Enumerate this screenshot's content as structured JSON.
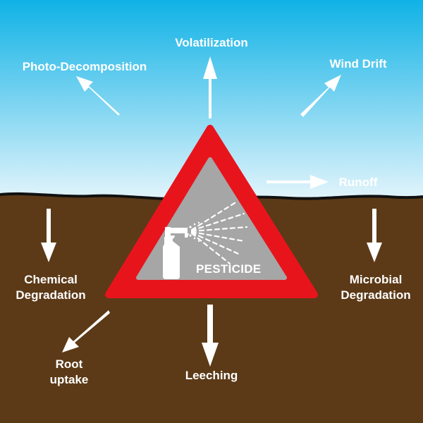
{
  "diagram": {
    "center_label": "PESTICIDE",
    "labels": {
      "volatilization": "Volatilization",
      "photo_decomposition": "Photo-Decomposition",
      "wind_drift": "Wind Drift",
      "runoff": "Runoff",
      "chemical_degradation": [
        "Chemical",
        "Degradation"
      ],
      "microbial_degradation": [
        "Microbial",
        "Degradation"
      ],
      "root_uptake": [
        "Root",
        "uptake"
      ],
      "leeching": "Leeching"
    },
    "colors": {
      "sky_top": "#0fb2e6",
      "sky_bottom": "#e8f6fc",
      "soil": "#5c3a17",
      "ground_line": "#111111",
      "triangle_border": "#e8141c",
      "triangle_fill": "#a6a6a6",
      "arrow": "#ffffff",
      "label_text": "#ffffff"
    },
    "icons": [
      "spray-bottle-icon",
      "spray-mist-icon"
    ]
  }
}
